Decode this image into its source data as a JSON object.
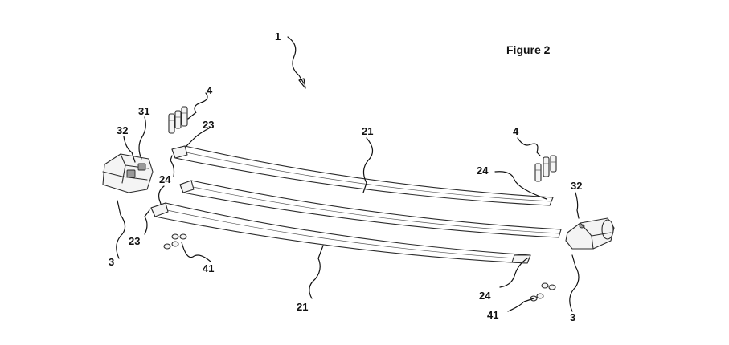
{
  "figure": {
    "title": "Figure 2",
    "labels": {
      "assembly": "1",
      "leaf_top": "21",
      "leaf_bottom": "21",
      "bracket_left": "3",
      "bracket_right": "3",
      "bolts_left": "4",
      "bolts_right": "4",
      "bracket_part_31": "31",
      "bracket_part_32_left": "32",
      "bracket_part_32_right": "32",
      "eye_23_top": "23",
      "eye_23_bottom": "23",
      "end_24_left": "24",
      "end_24_right_top": "24",
      "end_24_right_bottom": "24",
      "nuts_left": "41",
      "nuts_right": "41"
    }
  }
}
